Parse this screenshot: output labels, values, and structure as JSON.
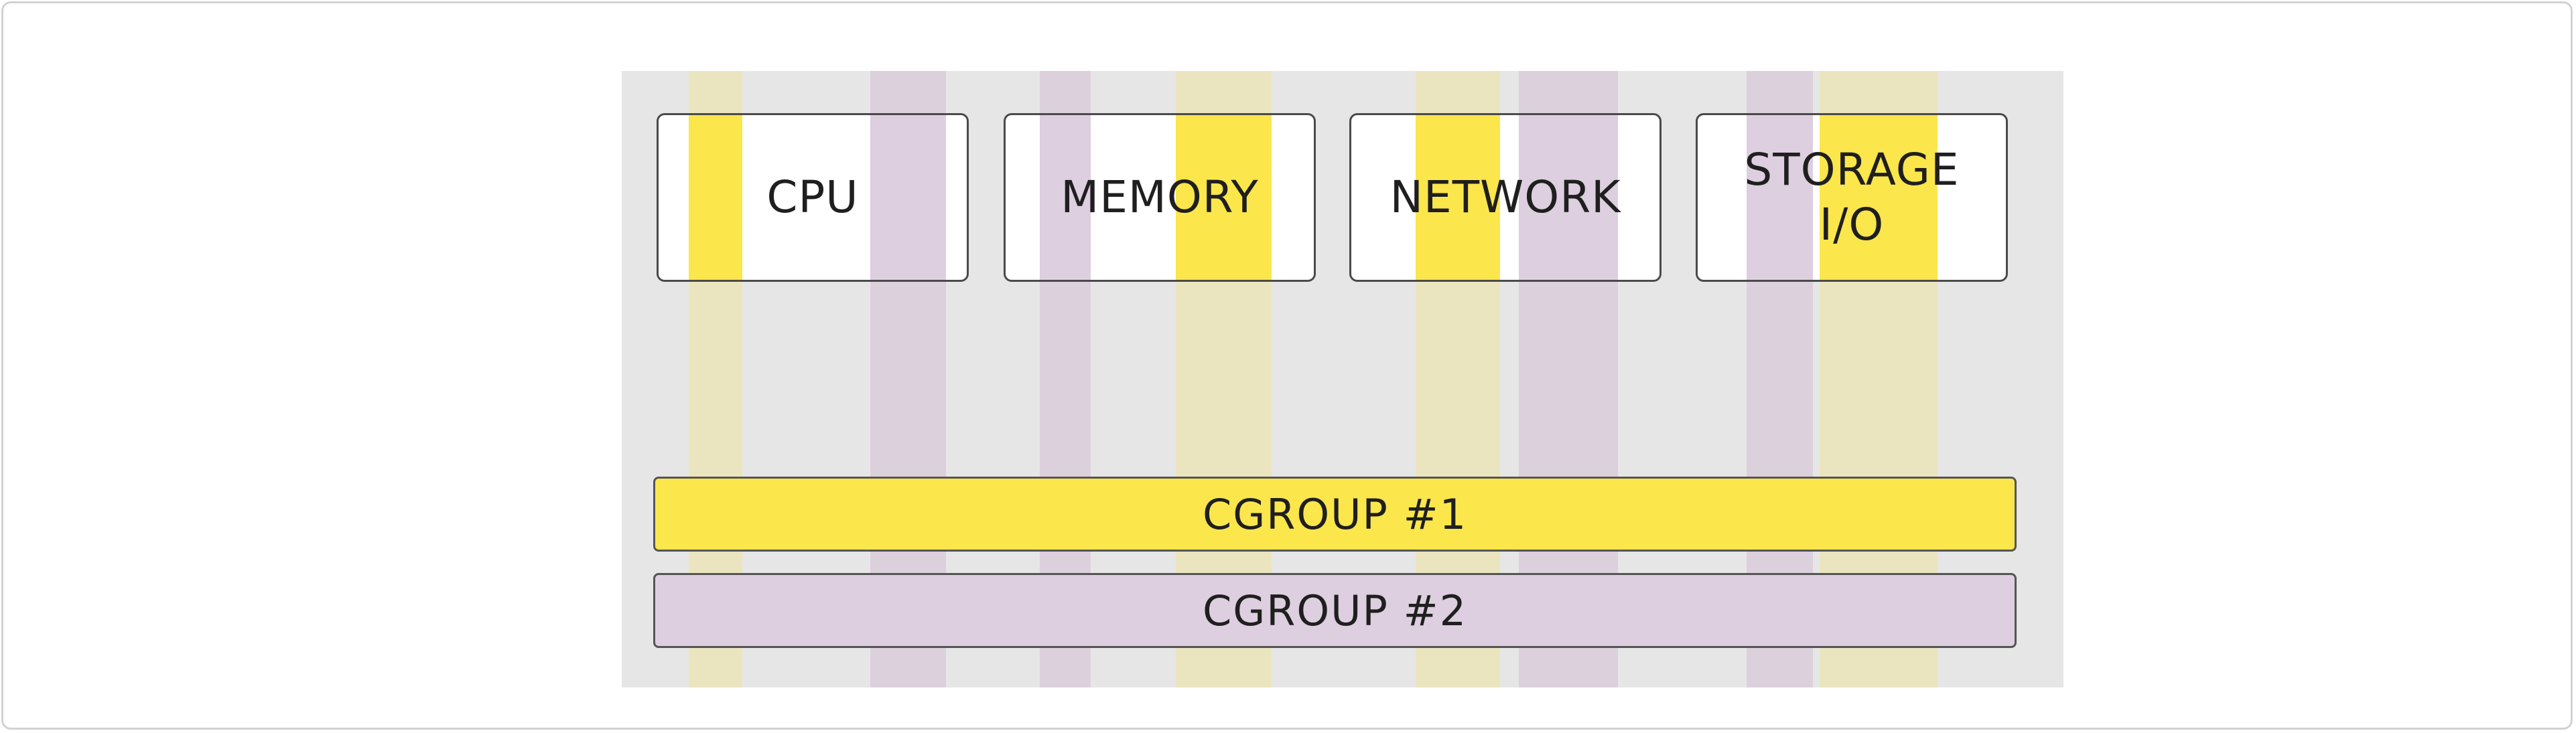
{
  "resources": [
    {
      "id": "cpu",
      "label": "CPU"
    },
    {
      "id": "memory",
      "label": "MEMORY"
    },
    {
      "id": "network",
      "label": "NETWORK"
    },
    {
      "id": "storage",
      "label": "STORAGE\nI/O"
    }
  ],
  "cgroups": [
    {
      "label": "CGROUP #1",
      "color": "#fbe64c"
    },
    {
      "label": "CGROUP #2",
      "color": "#ddcfdf"
    }
  ],
  "colors": {
    "cgroup1": "#fbe64c",
    "cgroup2": "#ddcfdf",
    "background": "#e6e6e6"
  }
}
